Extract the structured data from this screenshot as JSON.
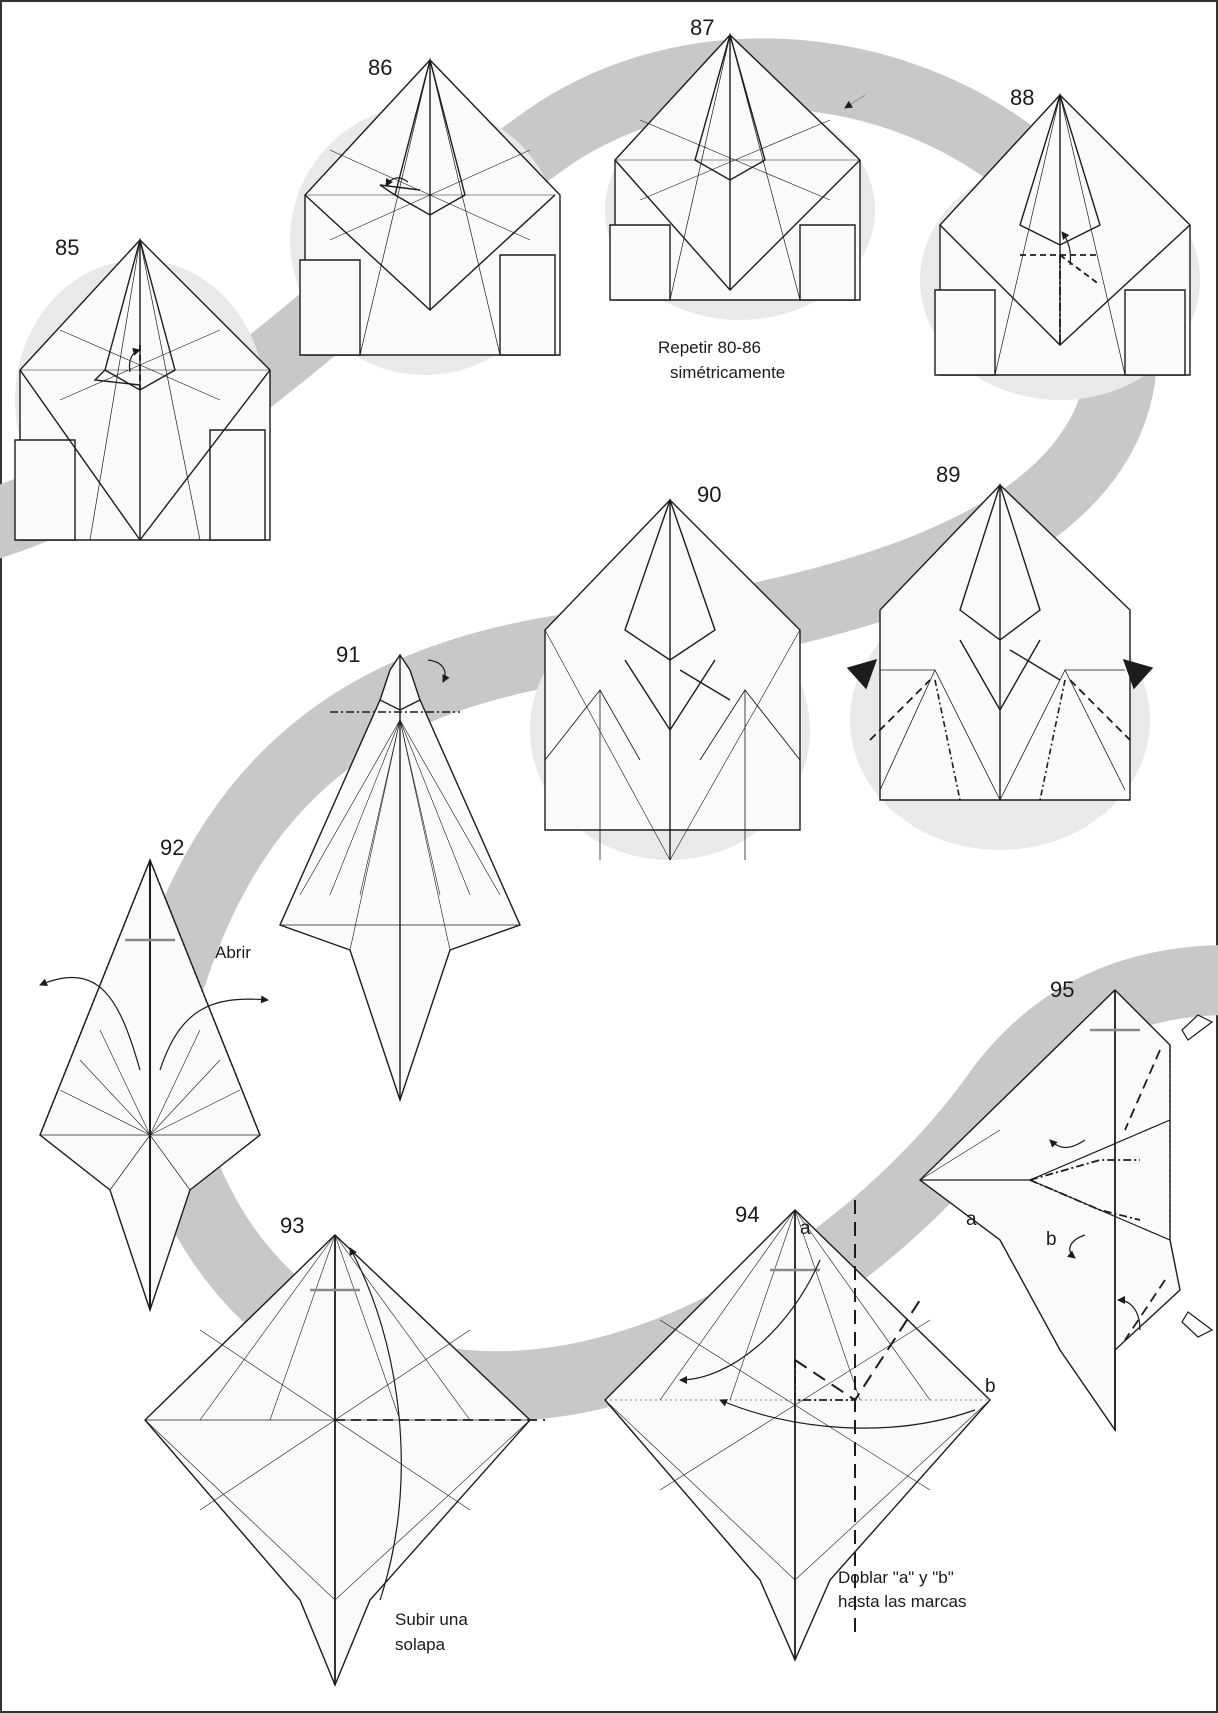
{
  "steps": [
    {
      "num": "85"
    },
    {
      "num": "86"
    },
    {
      "num": "87",
      "caption": [
        "Repetir 80-86",
        "simétricamente"
      ]
    },
    {
      "num": "88"
    },
    {
      "num": "89"
    },
    {
      "num": "90"
    },
    {
      "num": "91"
    },
    {
      "num": "92",
      "caption": [
        "Abrir"
      ]
    },
    {
      "num": "93",
      "caption": [
        "Subir una",
        "solapa"
      ]
    },
    {
      "num": "94",
      "caption": [
        "Doblar \"a\" y \"b\"",
        "hasta las marcas"
      ],
      "points": [
        "a",
        "b"
      ]
    },
    {
      "num": "95",
      "points": [
        "a",
        "b"
      ]
    }
  ],
  "colors": {
    "band": "#c8c8c8",
    "disc": "#e6e6e6",
    "line": "#1c1c1c",
    "paper": "#fafafa"
  }
}
